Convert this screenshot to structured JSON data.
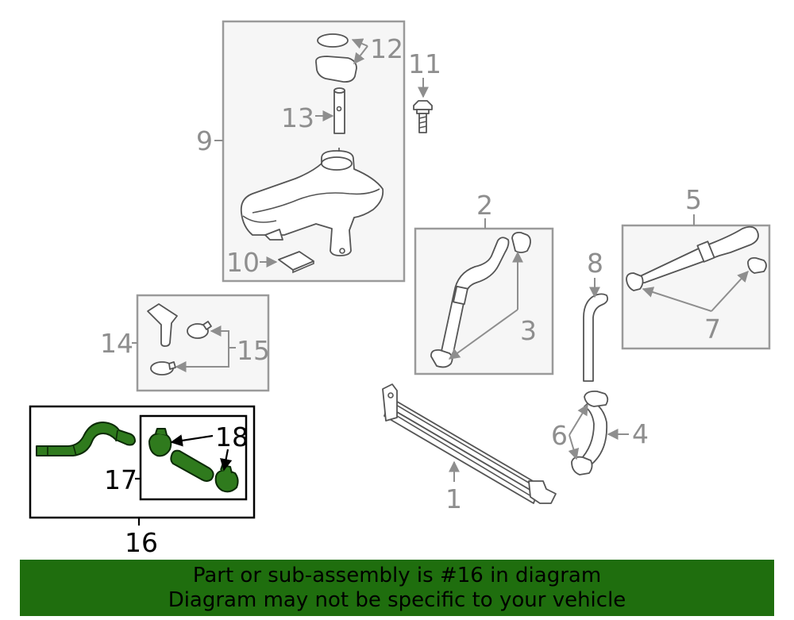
{
  "callouts": {
    "c1": "1",
    "c2": "2",
    "c3": "3",
    "c4": "4",
    "c5": "5",
    "c6": "6",
    "c7": "7",
    "c8": "8",
    "c9": "9",
    "c10": "10",
    "c11": "11",
    "c12": "12",
    "c13": "13",
    "c14": "14",
    "c15": "15",
    "c16": "16",
    "c17": "17",
    "c18": "18"
  },
  "banner": {
    "line1": "Part or sub-assembly is #16 in diagram",
    "line2": "Diagram may not be specific to your vehicle"
  },
  "highlight_part": "16",
  "colors": {
    "highlight_fill": "#2f7a1d",
    "banner_background": "#1f6e0e",
    "callout_gray": "#8e8e8e"
  }
}
